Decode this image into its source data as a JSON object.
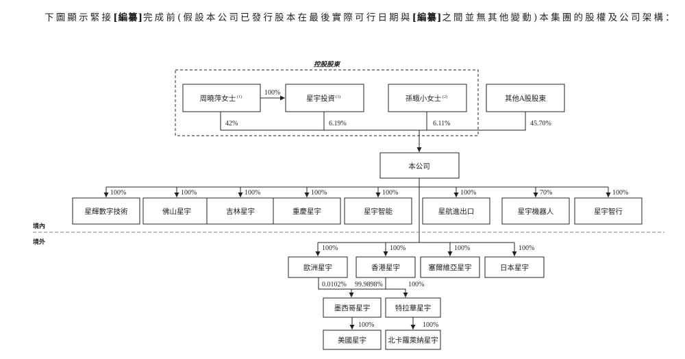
{
  "intro": {
    "p1": "下圖顯示緊接",
    "redacted": "[編纂]",
    "p2": "完成前(假設本公司已發行股本在最後實際可行日期與",
    "p3": "之間並無其他變動)本集團的股權及公司架構："
  },
  "diagram": {
    "controlling_header": "控股股東",
    "shareholders": {
      "zhou": {
        "name": "周曉萍女士",
        "note": "(1)"
      },
      "xingyu_inv": {
        "name": "星宇投資",
        "note": "(3)"
      },
      "sun": {
        "name": "孫蛾小女士",
        "note": "(2)"
      },
      "others": {
        "name": "其他A股股東"
      }
    },
    "zhou_to_inv_pct": "100%",
    "holding_pcts": {
      "zhou": "42%",
      "inv": "6.19%",
      "sun": "6.11%",
      "others": "45.70%"
    },
    "company": "本公司",
    "domestic_label": "境內",
    "overseas_label": "境外",
    "domestic_subs": [
      {
        "name": "星輝數字技術",
        "pct": "100%"
      },
      {
        "name": "佛山星宇",
        "pct": "100%"
      },
      {
        "name": "吉林星宇",
        "pct": "100%"
      },
      {
        "name": "重慶星宇",
        "pct": "100%"
      },
      {
        "name": "星宇智能",
        "pct": "100%"
      },
      {
        "name": "星航進出口",
        "pct": "100%"
      },
      {
        "name": "星宇機器人",
        "pct": "70%"
      },
      {
        "name": "星宇智行",
        "pct": "100%"
      }
    ],
    "overseas_subs": [
      {
        "name": "歐洲星宇",
        "pct": "100%"
      },
      {
        "name": "香港星宇",
        "pct": "100%"
      },
      {
        "name": "塞爾維亞星宇",
        "pct": "100%"
      },
      {
        "name": "日本星宇",
        "pct": "100%"
      }
    ],
    "mexico": {
      "name": "墨西哥星宇",
      "pct_from_europe": "0.0102%",
      "pct_from_hk": "99.9898%"
    },
    "tlf": {
      "name": "特拉華星宇",
      "pct_from_hk": "100%"
    },
    "usa": {
      "name": "美國星宇",
      "pct": "100%"
    },
    "nc": {
      "name": "北卡羅萊納星宇",
      "pct": "100%"
    }
  }
}
